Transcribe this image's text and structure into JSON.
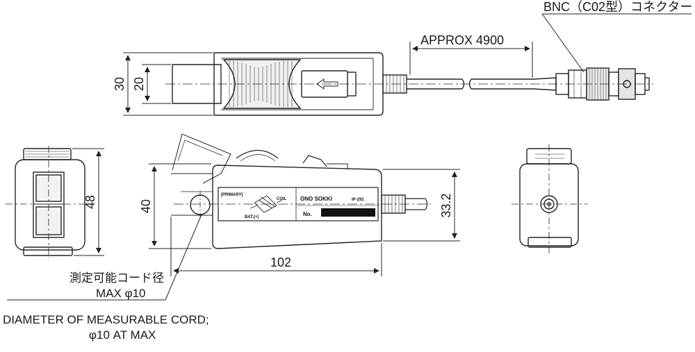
{
  "labels": {
    "bnc_connector": "BNC（C02型）コネクター",
    "approx_length": "APPROX 4900",
    "height_30": "30",
    "height_20": "20",
    "height_48": "48",
    "height_40": "40",
    "height_33_2": "33.2",
    "width_102": "102",
    "note_jp_line1": "測定可能コード径",
    "note_jp_line2": "MAX φ10",
    "note_en_line1": "DIAMETER OF MEASURABLE CORD;",
    "note_en_line2": "φ10 AT MAX"
  },
  "device_label": {
    "primary": "[PRIMARY]",
    "coil": "COIL",
    "bat": "BAT.(+)",
    "brand": "ONO SOKKI",
    "model": "IP-292",
    "no": "No."
  }
}
